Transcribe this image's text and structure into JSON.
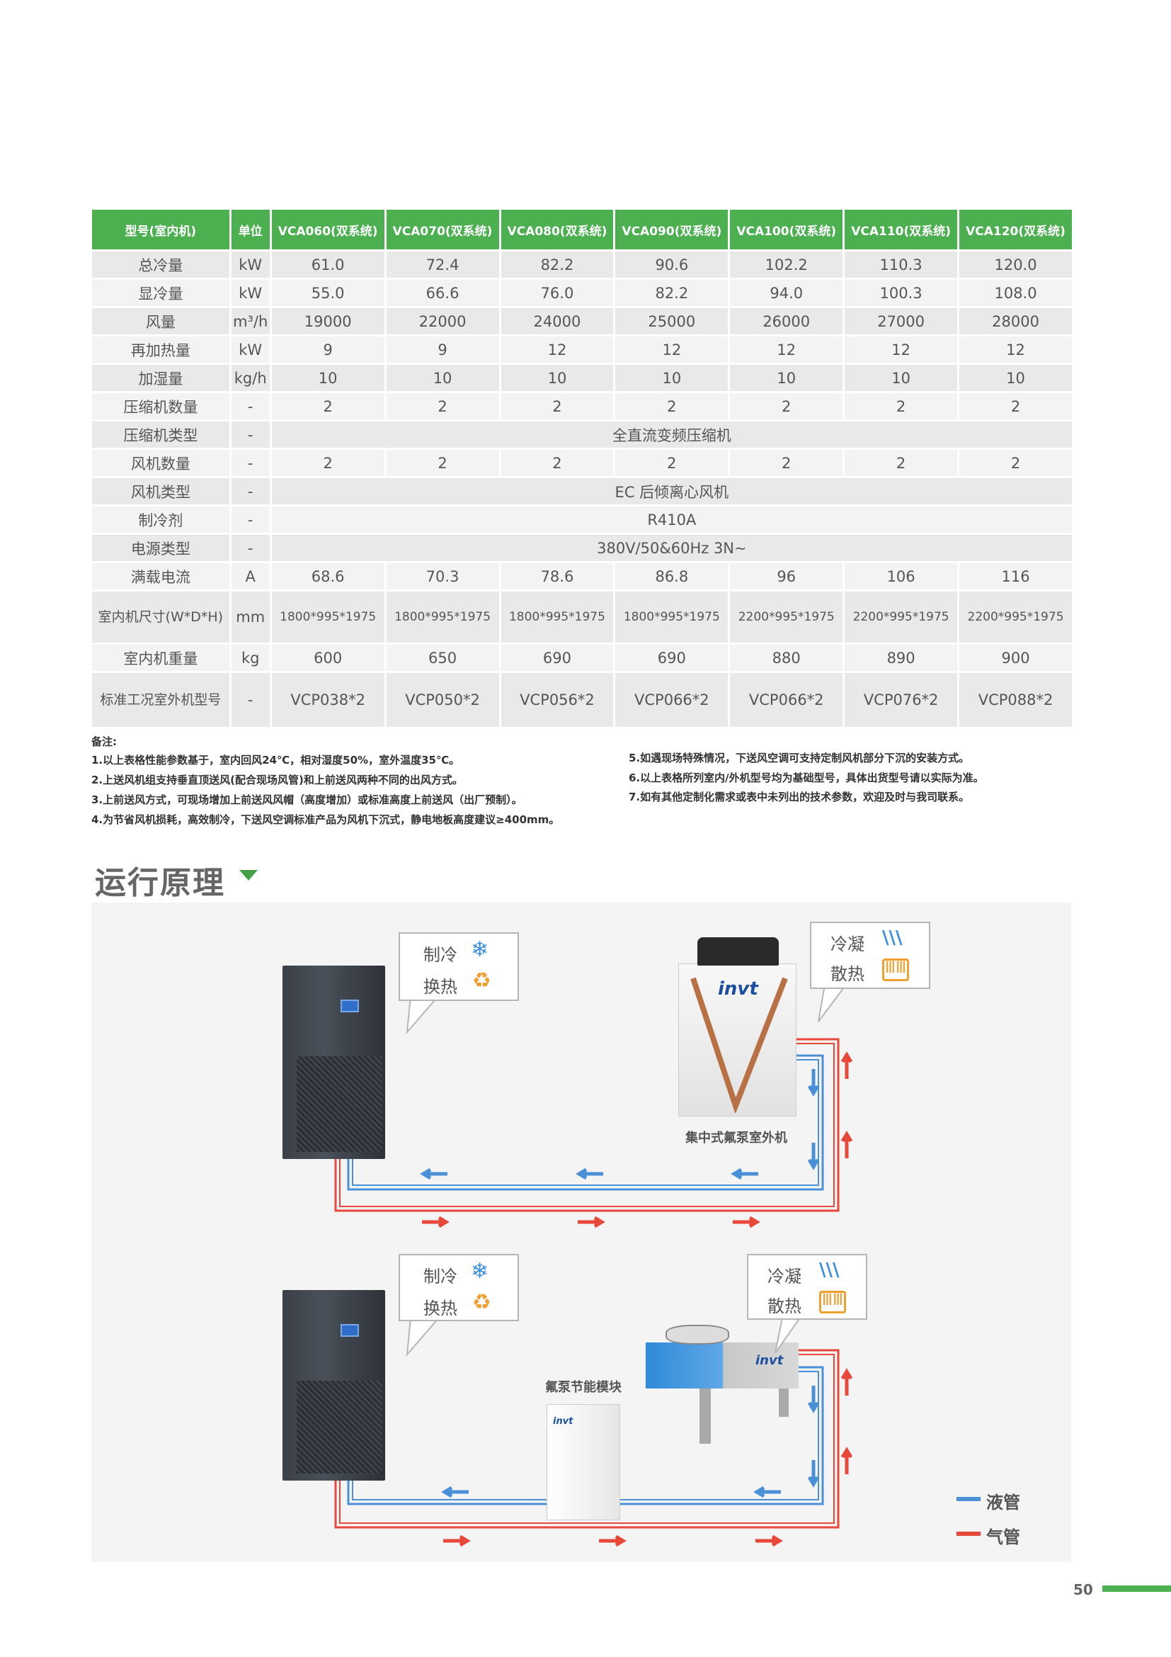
{
  "table": {
    "headers": [
      "型号(室内机)",
      "单位",
      "VCA060(双系统)",
      "VCA070(双系统)",
      "VCA080(双系统)",
      "VCA090(双系统)",
      "VCA100(双系统)",
      "VCA110(双系统)",
      "VCA120(双系统)"
    ],
    "rows": [
      {
        "label": "总冷量",
        "unit": "kW",
        "values": [
          "61.0",
          "72.4",
          "82.2",
          "90.6",
          "102.2",
          "110.3",
          "120.0"
        ]
      },
      {
        "label": "显冷量",
        "unit": "kW",
        "values": [
          "55.0",
          "66.6",
          "76.0",
          "82.2",
          "94.0",
          "100.3",
          "108.0"
        ]
      },
      {
        "label": "风量",
        "unit": "m³/h",
        "values": [
          "19000",
          "22000",
          "24000",
          "25000",
          "26000",
          "27000",
          "28000"
        ]
      },
      {
        "label": "再加热量",
        "unit": "kW",
        "values": [
          "9",
          "9",
          "12",
          "12",
          "12",
          "12",
          "12"
        ]
      },
      {
        "label": "加湿量",
        "unit": "kg/h",
        "values": [
          "10",
          "10",
          "10",
          "10",
          "10",
          "10",
          "10"
        ]
      },
      {
        "label": "压缩机数量",
        "unit": "-",
        "values": [
          "2",
          "2",
          "2",
          "2",
          "2",
          "2",
          "2"
        ]
      },
      {
        "label": "压缩机类型",
        "unit": "-",
        "span": "全直流变频压缩机"
      },
      {
        "label": "风机数量",
        "unit": "-",
        "values": [
          "2",
          "2",
          "2",
          "2",
          "2",
          "2",
          "2"
        ]
      },
      {
        "label": "风机类型",
        "unit": "-",
        "span": "EC 后倾离心风机"
      },
      {
        "label": "制冷剂",
        "unit": "-",
        "span": "R410A"
      },
      {
        "label": "电源类型",
        "unit": "-",
        "span": "380V/50&60Hz 3N~"
      },
      {
        "label": "满载电流",
        "unit": "A",
        "values": [
          "68.6",
          "70.3",
          "78.6",
          "86.8",
          "96",
          "106",
          "116"
        ]
      },
      {
        "label": "室内机尺寸(W*D*H)",
        "unit": "mm",
        "values": [
          "1800*995*1975",
          "1800*995*1975",
          "1800*995*1975",
          "1800*995*1975",
          "2200*995*1975",
          "2200*995*1975",
          "2200*995*1975"
        ]
      },
      {
        "label": "室内机重量",
        "unit": "kg",
        "values": [
          "600",
          "650",
          "690",
          "690",
          "880",
          "890",
          "900"
        ]
      },
      {
        "label": "标准工况室外机型号",
        "unit": "-",
        "values": [
          "VCP038*2",
          "VCP050*2",
          "VCP056*2",
          "VCP066*2",
          "VCP066*2",
          "VCP076*2",
          "VCP088*2"
        ]
      }
    ]
  },
  "notes": {
    "title": "备注:",
    "left": [
      "1.以上表格性能参数基于，室内回风24℃，相对湿度50%，室外温度35℃。",
      "2.上送风机组支持垂直顶送风(配合现场风管)和上前送风两种不同的出风方式。",
      "3.上前送风方式，可现场增加上前送风风帽（高度增加）或标准高度上前送风（出厂预制）。",
      "4.为节省风机损耗，高效制冷，下送风空调标准产品为风机下沉式，静电地板高度建议≥400mm。"
    ],
    "right": [
      "5.如遇现场特殊情况，下送风空调可支持定制风机部分下沉的安装方式。",
      "6.以上表格所列室内/外机型号均为基础型号，具体出货型号请以实际为准。",
      "7.如有其他定制化需求或表中未列出的技术参数，欢迎及时与我司联系。"
    ]
  },
  "section_title": "运行原理",
  "diagram": {
    "indoor_callout": {
      "cool": "制冷",
      "exchange": "换热"
    },
    "outdoor_callout": {
      "condense": "冷凝",
      "dissipate": "散热"
    },
    "outdoor_unit_label": "集中式氟泵室外机",
    "pump_module_label": "氟泵节能模块",
    "logo": "invt",
    "legend": {
      "liquid": "液管",
      "gas": "气管"
    },
    "colors": {
      "liquid": "#4a90d9",
      "gas": "#e8483a",
      "accent": "#4caf50"
    }
  },
  "page_number": "50"
}
